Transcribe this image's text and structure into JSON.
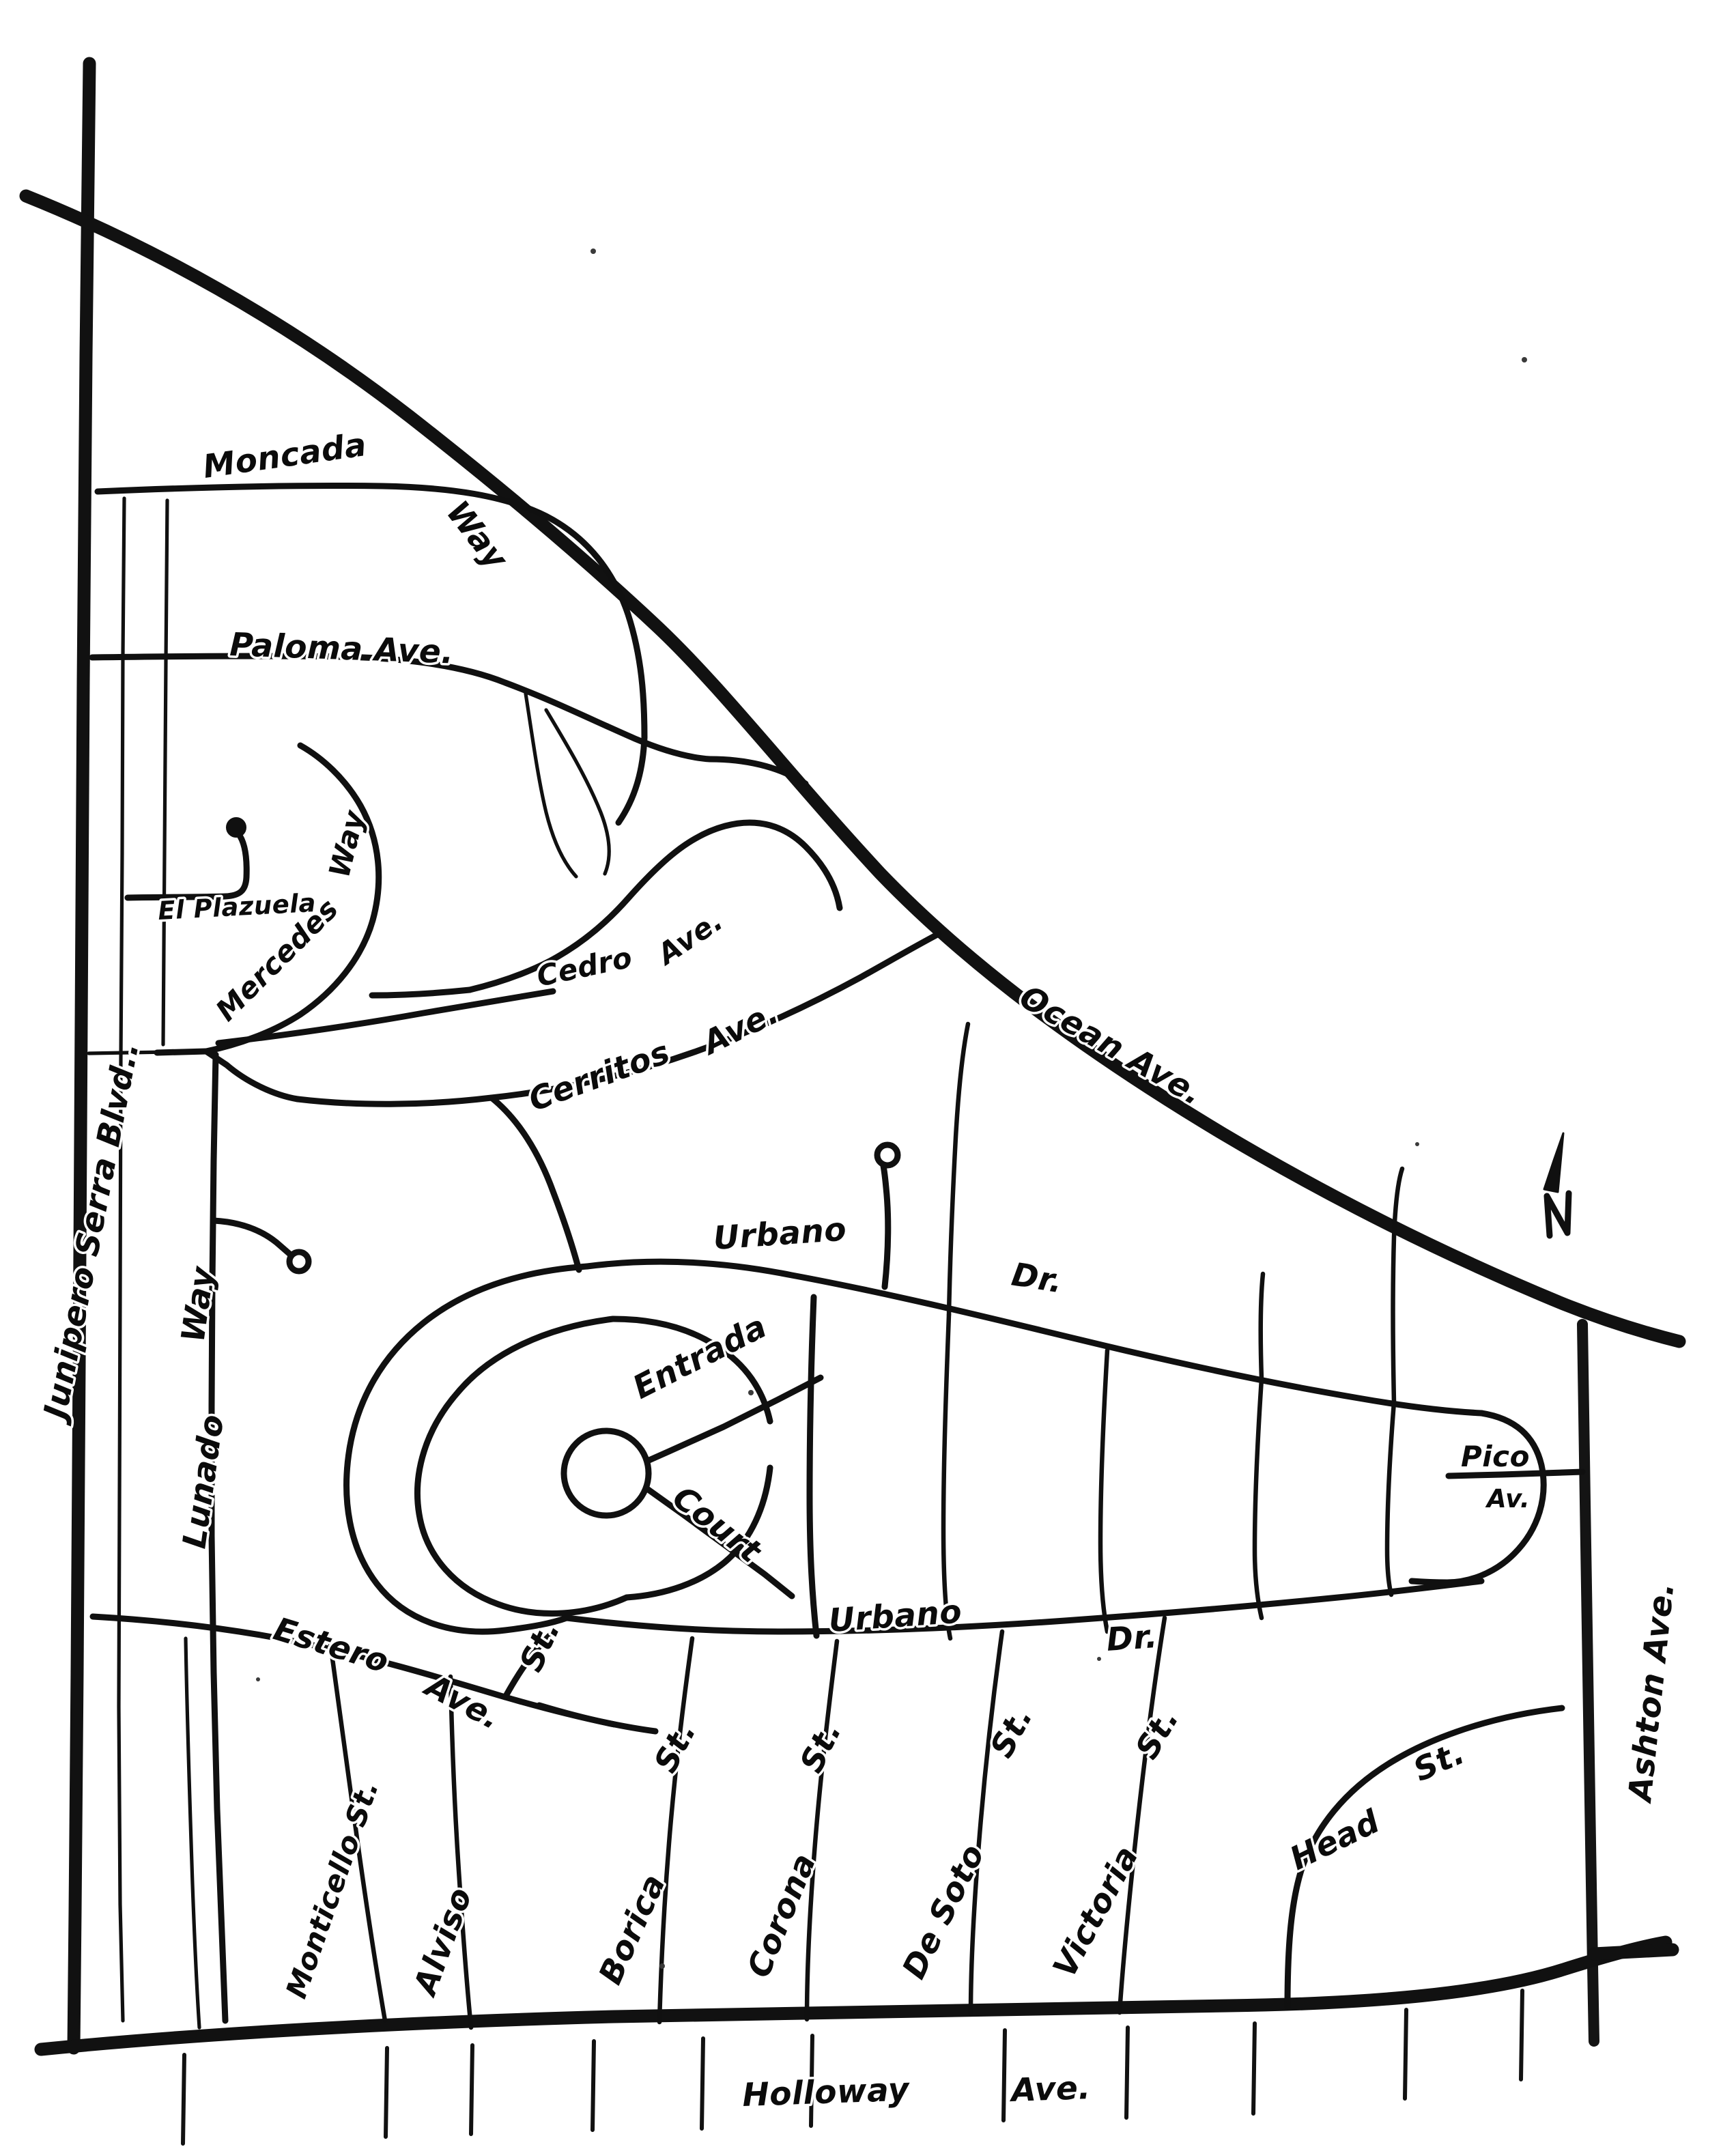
{
  "map": {
    "kind": "hand-drawn-street-map",
    "title_visible": false,
    "background_color": "#ffffff",
    "ink_color": "#101010",
    "compass": {
      "label": "N",
      "direction": "up"
    },
    "boundary_roads": [
      {
        "id": "junipero-serra-blvd",
        "label": "Junipero Serra Blvd.",
        "side": "west",
        "weight": "major"
      },
      {
        "id": "ocean-ave",
        "label": "Ocean Ave.",
        "side": "north-east",
        "weight": "major"
      },
      {
        "id": "ashton-ave",
        "label": "Ashton Ave.",
        "side": "east",
        "weight": "major"
      },
      {
        "id": "holloway-ave",
        "label": "Holloway Ave.",
        "side": "south",
        "weight": "major"
      }
    ],
    "streets": [
      {
        "id": "moncada-way",
        "label": "Moncada Way",
        "type": "way"
      },
      {
        "id": "paloma-ave",
        "label": "Paloma Ave.",
        "type": "ave"
      },
      {
        "id": "el-plazuela",
        "label": "El Plazuela",
        "type": "cul-de-sac"
      },
      {
        "id": "mercedes-way",
        "label": "Mercedes Way",
        "type": "way"
      },
      {
        "id": "cedro-ave",
        "label": "Cedro Ave.",
        "type": "ave"
      },
      {
        "id": "cerritos-ave",
        "label": "Cerritos Ave.",
        "type": "ave"
      },
      {
        "id": "lunado-way",
        "label": "Lunado Way",
        "type": "way"
      },
      {
        "id": "urbano-dr-north",
        "label": "Urbano",
        "label2": "Dr.",
        "type": "drive"
      },
      {
        "id": "urbano-dr-south",
        "label": "Urbano",
        "label2": "Dr.",
        "type": "drive"
      },
      {
        "id": "entrada-court",
        "label": "Entrada",
        "label2": "Court",
        "type": "court"
      },
      {
        "id": "estero-ave",
        "label": "Estero",
        "label2": "Ave.",
        "type": "ave"
      },
      {
        "id": "monticello-st",
        "label": "Monticello St.",
        "type": "street"
      },
      {
        "id": "alviso-st",
        "label": "Alviso",
        "label2": "St.",
        "type": "street"
      },
      {
        "id": "borica-st",
        "label": "Borica",
        "label2": "St.",
        "type": "street"
      },
      {
        "id": "corona-st",
        "label": "Corona",
        "label2": "St.",
        "type": "street"
      },
      {
        "id": "de-soto-st",
        "label": "De Soto",
        "label2": "St.",
        "type": "street"
      },
      {
        "id": "victoria-st",
        "label": "Victoria",
        "label2": "St.",
        "type": "street"
      },
      {
        "id": "head-st",
        "label": "Head",
        "label2": "St.",
        "type": "street"
      },
      {
        "id": "pico-av",
        "label": "Pico",
        "label2": "Av.",
        "type": "ave"
      }
    ],
    "labels": {
      "junipero_serra_blvd": "Junipero Serra Blvd..",
      "ocean_ave": "Ocean Ave.",
      "ashton_ave": "Ashton Ave.",
      "holloway": "Holloway",
      "holloway_ave_suffix": "Ave.",
      "moncada": "Moncada",
      "moncada_way_suffix": "Way",
      "paloma_ave": "Paloma  Ave.",
      "el_plazuela": "El Plazuela",
      "mercedes": "Mercedes",
      "mercedes_way_suffix": "Way",
      "cedro": "Cedro",
      "cedro_ave_suffix": "Ave.",
      "cerritos": "Cerritos",
      "cerritos_ave_suffix": "Ave.",
      "lunado": "Lunado",
      "lunado_way_suffix": "Way",
      "urbano_north": "Urbano",
      "urbano_north_suffix": "Dr.",
      "urbano_south": "Urbano",
      "urbano_south_suffix": "Dr.",
      "entrada": "Entrada",
      "court": "Court",
      "estero": "Estero",
      "estero_ave_suffix": "Ave.",
      "monticello_st": "Monticello St.",
      "alviso": "Alviso",
      "alviso_st_suffix": "St.",
      "borica": "Borica",
      "borica_st_suffix": "St.",
      "corona": "Corona",
      "corona_st_suffix": "St.",
      "de_soto": "De Soto",
      "de_soto_st_suffix": "St.",
      "victoria": "Victoria",
      "victoria_st_suffix": "St.",
      "head": "Head",
      "head_st_suffix": "St.",
      "pico": "Pico",
      "pico_av_suffix": "Av.",
      "compass_n": "N"
    }
  }
}
